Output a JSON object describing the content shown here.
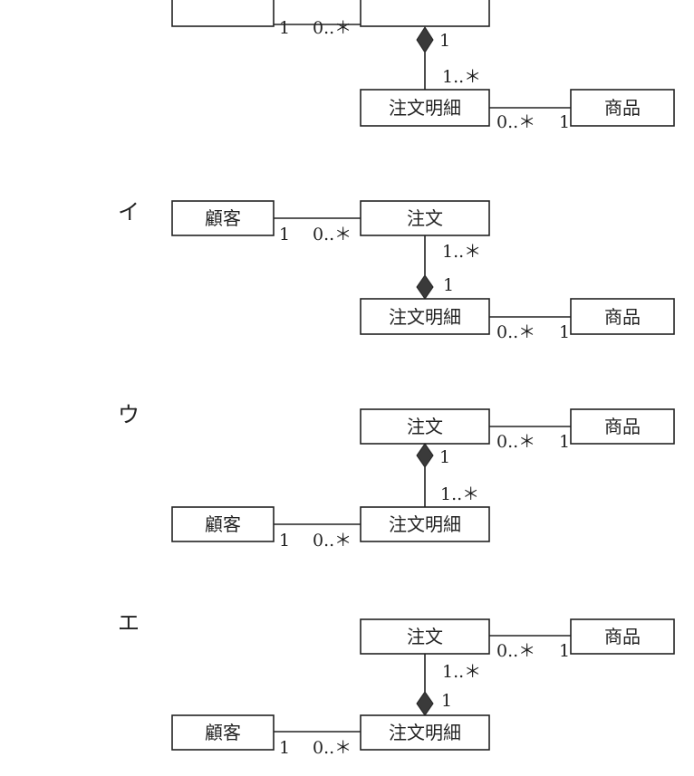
{
  "classes": {
    "customer": "顧客",
    "order": "注文",
    "order_detail": "注文明細",
    "product": "商品"
  },
  "multiplicities": {
    "one": "1",
    "zero_many": "0..＊",
    "one_many": "1..＊"
  },
  "options": {
    "i": "イ",
    "u": "ウ",
    "e": "エ"
  }
}
